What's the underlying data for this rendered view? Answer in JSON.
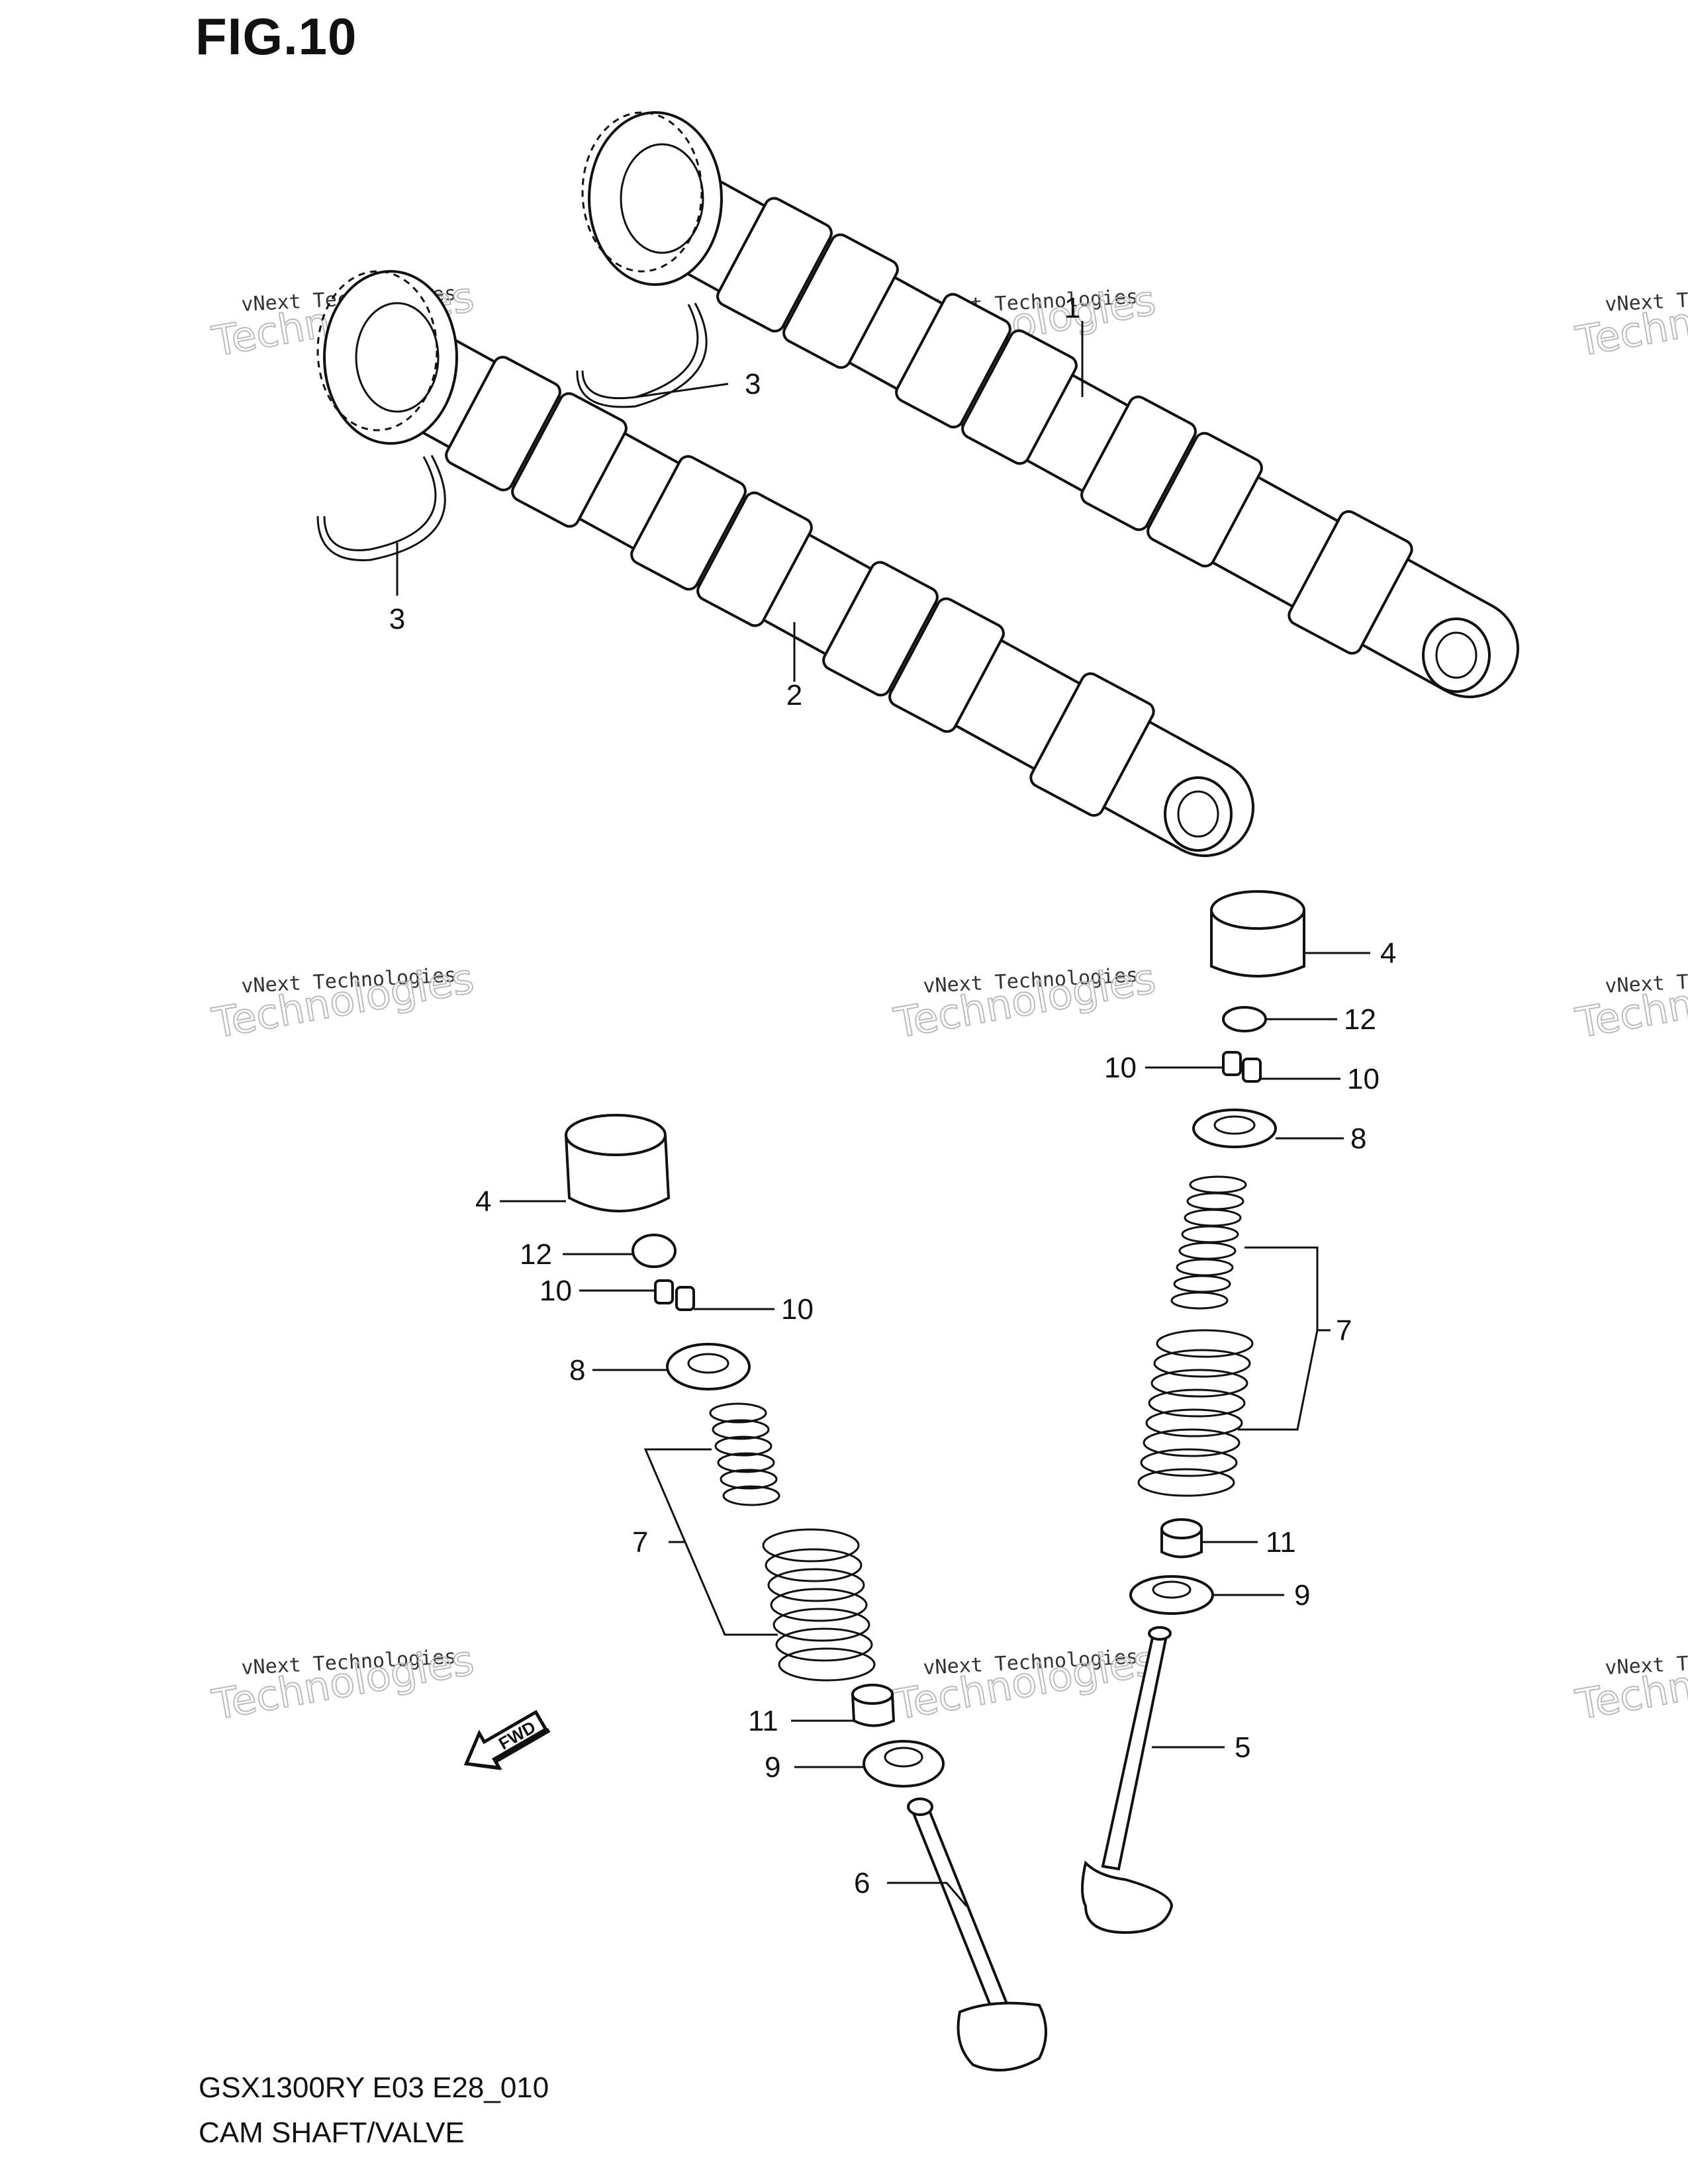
{
  "figure": {
    "title": "FIG.10"
  },
  "footer": {
    "model_code": "GSX1300RY E03 E28_010",
    "diagram_name": "CAM SHAFT/VALVE"
  },
  "fwd_arrow": {
    "label": "FWD"
  },
  "callouts": {
    "camshaft_1": "1",
    "camshaft_2": "2",
    "ring_upper": "3",
    "ring_lower": "3",
    "tappet_right": "4",
    "tappet_left": "4",
    "valve_right": "5",
    "valve_left": "6",
    "spring_right": "7",
    "spring_left": "7",
    "retainer_right": "8",
    "retainer_left": "8",
    "seat_right": "9",
    "seat_left": "9",
    "cotter_right_a": "10",
    "cotter_right_b": "10",
    "cotter_left_a": "10",
    "cotter_left_b": "10",
    "seal_right": "11",
    "seal_left": "11",
    "shim_right": "12",
    "shim_left": "12"
  },
  "watermarks": [
    {
      "line1": "vNext Technologies",
      "line2": "Technologies"
    },
    {
      "line1": "vNext Technologies",
      "line2": "Technologies"
    },
    {
      "line1": "vNext Technologies",
      "line2": "Technologies"
    },
    {
      "line1": "vNext Technologies",
      "line2": "Technologies"
    },
    {
      "line1": "vNext Technologies",
      "line2": "Technologies"
    },
    {
      "line1": "vNext Technologies",
      "line2": "Technologies"
    },
    {
      "line1": "vNext Technologies",
      "line2": "Technologies"
    },
    {
      "line1": "vNext Technologies",
      "line2": "Technologies"
    },
    {
      "line1": "vNext Technologies",
      "line2": "Technologies"
    }
  ]
}
